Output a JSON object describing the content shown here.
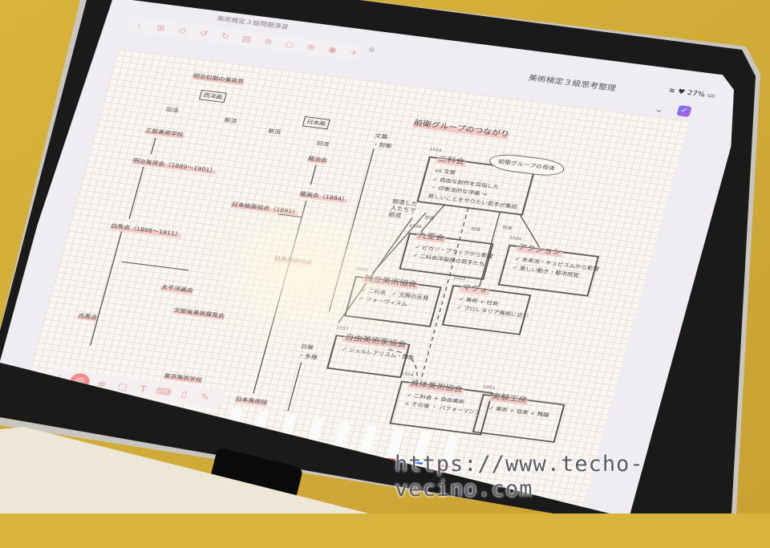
{
  "left_app": {
    "title": "美術検定３級問題演習",
    "toolbar_icons": [
      "chevron-left-icon",
      "grid-icon",
      "search-icon",
      "undo-icon",
      "redo-icon",
      "document-icon",
      "layers-icon",
      "lasso-icon",
      "globe-icon",
      "record-icon",
      "add-icon"
    ],
    "toolbar_glyphs": [
      "‹",
      "⊞",
      "⊙",
      "↺",
      "↻",
      "▤",
      "≋",
      "○",
      "⊕",
      "◉",
      "+"
    ],
    "bottom_tools": [
      {
        "icon": "pen-icon",
        "glyph": "/"
      },
      {
        "icon": "pen-active-icon",
        "glyph": "◎"
      },
      {
        "icon": "highlighter-icon",
        "glyph": "≡"
      },
      {
        "icon": "image-icon",
        "glyph": "▢"
      },
      {
        "icon": "text-icon",
        "glyph": "T"
      },
      {
        "icon": "keyboard-icon",
        "glyph": "⌨"
      },
      {
        "icon": "book-icon",
        "glyph": "▯"
      },
      {
        "icon": "magic-icon",
        "glyph": "✎"
      }
    ],
    "pen_colors": [
      "#ffffff",
      "#ef8a86",
      "#cccccc",
      "#444444",
      "#444444",
      "#e0484a",
      "#e0484a",
      "#3a6fd0",
      "#f0a0a0"
    ]
  },
  "right_app": {
    "title": "美術検定３級思考整理",
    "battery": "27%",
    "status_icons": [
      "wifi-icon",
      "heart-icon",
      "battery-icon"
    ],
    "accent": "#8a6cf0"
  },
  "notes": {
    "left_heading": "明治初期の美術界",
    "western": "西洋画",
    "japanese": "日本画",
    "old_school_1": "旧派",
    "new_school_1": "新派",
    "new_school_2": "新派",
    "old_school_2": "旧派",
    "kobu": "工部美術学校",
    "meiji": "明治美術会（1889〜1901）",
    "hakuba": "白馬会（1896〜1911）",
    "taiheiyo": "太平洋画会",
    "bunten_full": "文部省美術展覧会",
    "tokyo_school": "東京美術学校",
    "nihon_in": "日本美術院",
    "nihon_kyokai": "日本美術協会",
    "ryuchi": "龍池会",
    "kanga": "鑑画会（1884）",
    "nihon_kaiga": "日本絵画協会（1891）",
    "kofu": "光風会",
    "bunten": "文展",
    "avant": "・前衛",
    "nitten": "日展",
    "tayou": "・多様",
    "right_heading": "前衛グループのつながり",
    "cloud": "前衛グループの母体",
    "split_label": "分派",
    "left_off": [
      "脱退した",
      "人たちで",
      "結成"
    ]
  },
  "groups": [
    {
      "name": "二科会",
      "year": "1914",
      "lines": [
        "vs 文展",
        "✓ 自由な創作を目指した",
        "・ 印象派的な洋画 →",
        "新しいことをやりたい若手が集結"
      ]
    },
    {
      "name": "九室会",
      "year": "1938",
      "lines": [
        "✓ ピカソ・ブラックから影響",
        "✓ 二科会洋画部の若手たち"
      ]
    },
    {
      "name": "独立美術協会",
      "year": "1930",
      "lines": [
        "✓ 二科会　✓ 文展の反発",
        "✓ フォーヴィスム"
      ]
    },
    {
      "name": "自由美術家協会",
      "year": "1937",
      "lines": [
        "✓ シュルレアリスム・抽象"
      ]
    },
    {
      "name": "マヴォ",
      "year": "1923",
      "lines": [
        "✓ 美術 + 社会",
        "✓ プロレタリア美術に近い"
      ]
    },
    {
      "name": "アクション",
      "year": "1920",
      "lines": [
        "✓ 未来派・キュビスムから影響",
        "✓ 激しい動き・都市感覚"
      ]
    },
    {
      "name": "具体美術協会",
      "year": "1954",
      "lines": [
        "✓ 二科会 + 自由美術",
        "+ その後 ・ パフォーマンス"
      ]
    },
    {
      "name": "実験工房",
      "year": "1951",
      "lines": [
        "✓ 美術 + 音楽 + 舞踊"
      ]
    }
  ],
  "watermark": "https://www.techo-vecino.com"
}
